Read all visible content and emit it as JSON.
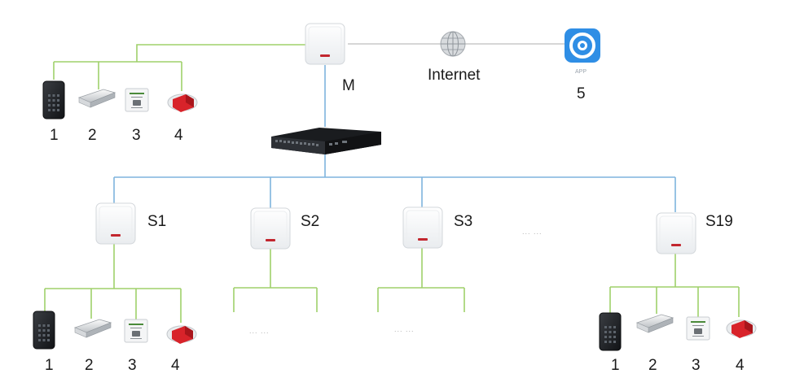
{
  "labels": {
    "master": "M",
    "internet": "Internet",
    "app_caption": "APP",
    "app_number": "5",
    "sub1": "S1",
    "sub2": "S2",
    "sub3": "S3",
    "sub19": "S19",
    "ellipsis": "... ..."
  },
  "devices": {
    "d1": "1",
    "d2": "2",
    "d3": "3",
    "d4": "4"
  },
  "colors": {
    "rs485_line": "#9fd06a",
    "network_line": "#7fb4dd",
    "internet_line": "#c9c9c9",
    "app_blue": "#2f8ee5",
    "alarm_red": "#d8232a"
  },
  "icons": {
    "controller": "access-controller-icon",
    "switch": "network-switch-icon",
    "globe": "globe-icon",
    "app": "mobile-app-icon",
    "reader": "card-reader-icon",
    "lock": "magnetic-lock-icon",
    "exit": "exit-button-icon",
    "alarm": "alarm-siren-icon"
  }
}
